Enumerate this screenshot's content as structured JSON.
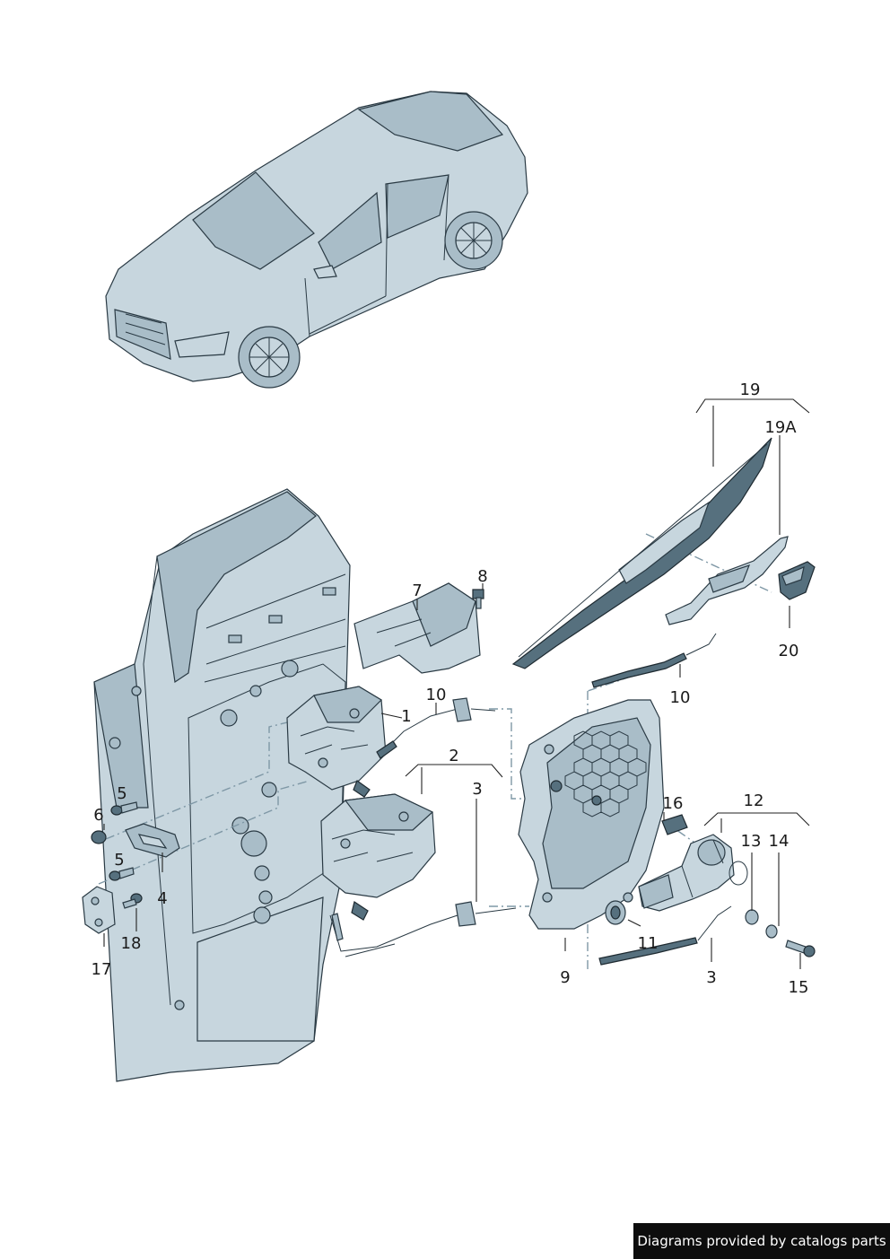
{
  "callouts": {
    "c1": "1",
    "c2": "2",
    "c3a": "3",
    "c3b": "3",
    "c4": "4",
    "c5a": "5",
    "c5b": "5",
    "c6": "6",
    "c7": "7",
    "c8": "8",
    "c9": "9",
    "c10a": "10",
    "c10b": "10",
    "c11": "11",
    "c12": "12",
    "c13": "13",
    "c14": "14",
    "c15": "15",
    "c16": "16",
    "c17": "17",
    "c18": "18",
    "c19": "19",
    "c19a": "19A",
    "c20": "20"
  },
  "footer": {
    "credit": "Diagrams provided by catalogs parts"
  },
  "colors": {
    "part_fill": "#c7d6de",
    "part_shade": "#a9bdc8",
    "part_dark": "#56707e",
    "outline": "#2a3a44",
    "credit_bg": "#0d0d0d"
  }
}
